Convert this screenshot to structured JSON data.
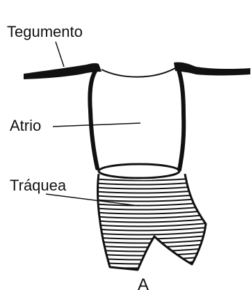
{
  "labels": {
    "tegumento": "Tegumento",
    "atrio": "Atrio",
    "traquea": "Tráquea"
  },
  "panel_letter": "A",
  "colors": {
    "ink": "#111111",
    "background": "#ffffff"
  }
}
